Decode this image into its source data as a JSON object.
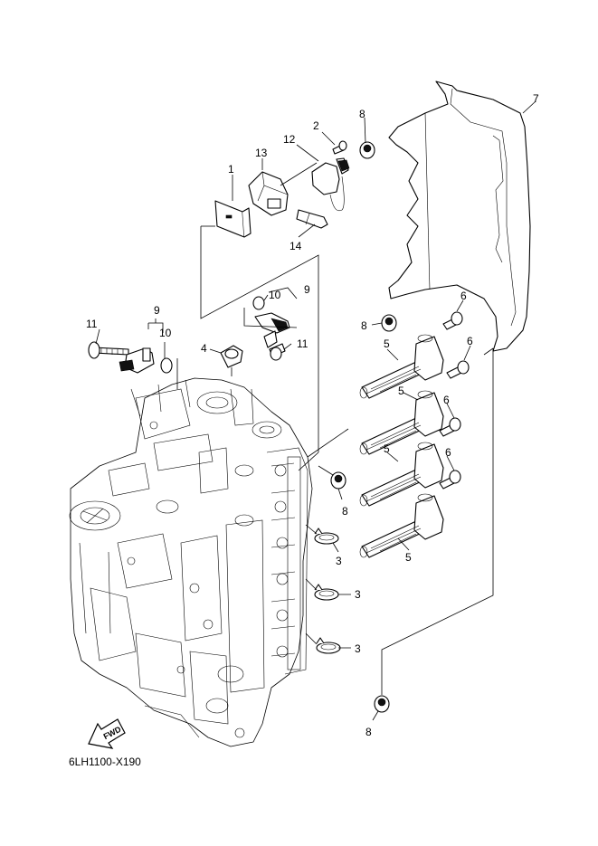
{
  "diagram": {
    "code": "6LH1100-X190",
    "fwd_label": "FWD",
    "callouts": [
      "1",
      "2",
      "3",
      "3",
      "3",
      "4",
      "5",
      "5",
      "5",
      "5",
      "6",
      "6",
      "6",
      "6",
      "7",
      "8",
      "8",
      "8",
      "8",
      "9",
      "9",
      "10",
      "10",
      "11",
      "11",
      "12",
      "13",
      "14"
    ]
  }
}
